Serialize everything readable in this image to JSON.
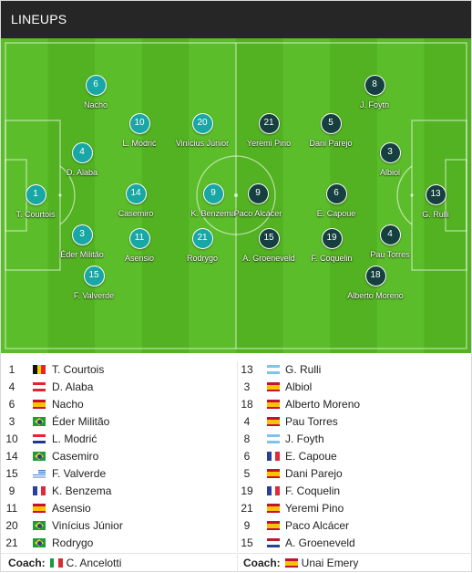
{
  "header": {
    "title": "LINEUPS"
  },
  "pitch_players": {
    "home": [
      {
        "no": "1",
        "name": "T. Courtois"
      },
      {
        "no": "3",
        "name": "Éder Militão"
      },
      {
        "no": "4",
        "name": "D. Alaba"
      },
      {
        "no": "6",
        "name": "Nacho"
      },
      {
        "no": "15",
        "name": "F. Valverde"
      },
      {
        "no": "14",
        "name": "Casemiro"
      },
      {
        "no": "11",
        "name": "Asensio"
      },
      {
        "no": "10",
        "name": "L. Modrić"
      },
      {
        "no": "21",
        "name": "Rodrygo"
      },
      {
        "no": "20",
        "name": "Vinícius Júnior"
      },
      {
        "no": "9",
        "name": "K. Benzema"
      }
    ],
    "away": [
      {
        "no": "9",
        "name": "Paco Alcácer"
      },
      {
        "no": "21",
        "name": "Yeremi Pino"
      },
      {
        "no": "15",
        "name": "A. Groeneveld"
      },
      {
        "no": "5",
        "name": "Dani Parejo"
      },
      {
        "no": "6",
        "name": "E. Capoue"
      },
      {
        "no": "19",
        "name": "F. Coquelin"
      },
      {
        "no": "8",
        "name": "J. Foyth"
      },
      {
        "no": "3",
        "name": "Albiol"
      },
      {
        "no": "4",
        "name": "Pau Torres"
      },
      {
        "no": "18",
        "name": "Alberto Moreno"
      },
      {
        "no": "13",
        "name": "G. Rulli"
      }
    ]
  },
  "lineup_lists": {
    "home": [
      {
        "no": "1",
        "flag": "belgium",
        "name": "T. Courtois"
      },
      {
        "no": "4",
        "flag": "austria",
        "name": "D. Alaba"
      },
      {
        "no": "6",
        "flag": "spain",
        "name": "Nacho"
      },
      {
        "no": "3",
        "flag": "brazil",
        "name": "Éder Militão"
      },
      {
        "no": "10",
        "flag": "croatia",
        "name": "L. Modrić"
      },
      {
        "no": "14",
        "flag": "brazil",
        "name": "Casemiro"
      },
      {
        "no": "15",
        "flag": "uruguay",
        "name": "F. Valverde"
      },
      {
        "no": "9",
        "flag": "france",
        "name": "K. Benzema"
      },
      {
        "no": "11",
        "flag": "spain",
        "name": "Asensio"
      },
      {
        "no": "20",
        "flag": "brazil",
        "name": "Vinícius Júnior"
      },
      {
        "no": "21",
        "flag": "brazil",
        "name": "Rodrygo"
      }
    ],
    "away": [
      {
        "no": "13",
        "flag": "argentina",
        "name": "G. Rulli"
      },
      {
        "no": "3",
        "flag": "spain",
        "name": "Albiol"
      },
      {
        "no": "18",
        "flag": "spain",
        "name": "Alberto Moreno"
      },
      {
        "no": "4",
        "flag": "spain",
        "name": "Pau Torres"
      },
      {
        "no": "8",
        "flag": "argentina",
        "name": "J. Foyth"
      },
      {
        "no": "6",
        "flag": "france",
        "name": "E. Capoue"
      },
      {
        "no": "5",
        "flag": "spain",
        "name": "Dani Parejo"
      },
      {
        "no": "19",
        "flag": "france",
        "name": "F. Coquelin"
      },
      {
        "no": "21",
        "flag": "spain",
        "name": "Yeremi Pino"
      },
      {
        "no": "9",
        "flag": "spain",
        "name": "Paco Alcácer"
      },
      {
        "no": "15",
        "flag": "netherlands",
        "name": "A. Groeneveld"
      }
    ]
  },
  "coaches": {
    "label": "Coach:",
    "home": {
      "flag": "italy",
      "name": "C. Ancelotti"
    },
    "away": {
      "flag": "spain",
      "name": "Unai Emery"
    }
  },
  "colors": {
    "home_disc": "#18a7a4",
    "away_disc": "#15403f",
    "pitch_light": "#5cbd2a",
    "pitch_dark": "#53b221",
    "header_bg": "#262626"
  }
}
